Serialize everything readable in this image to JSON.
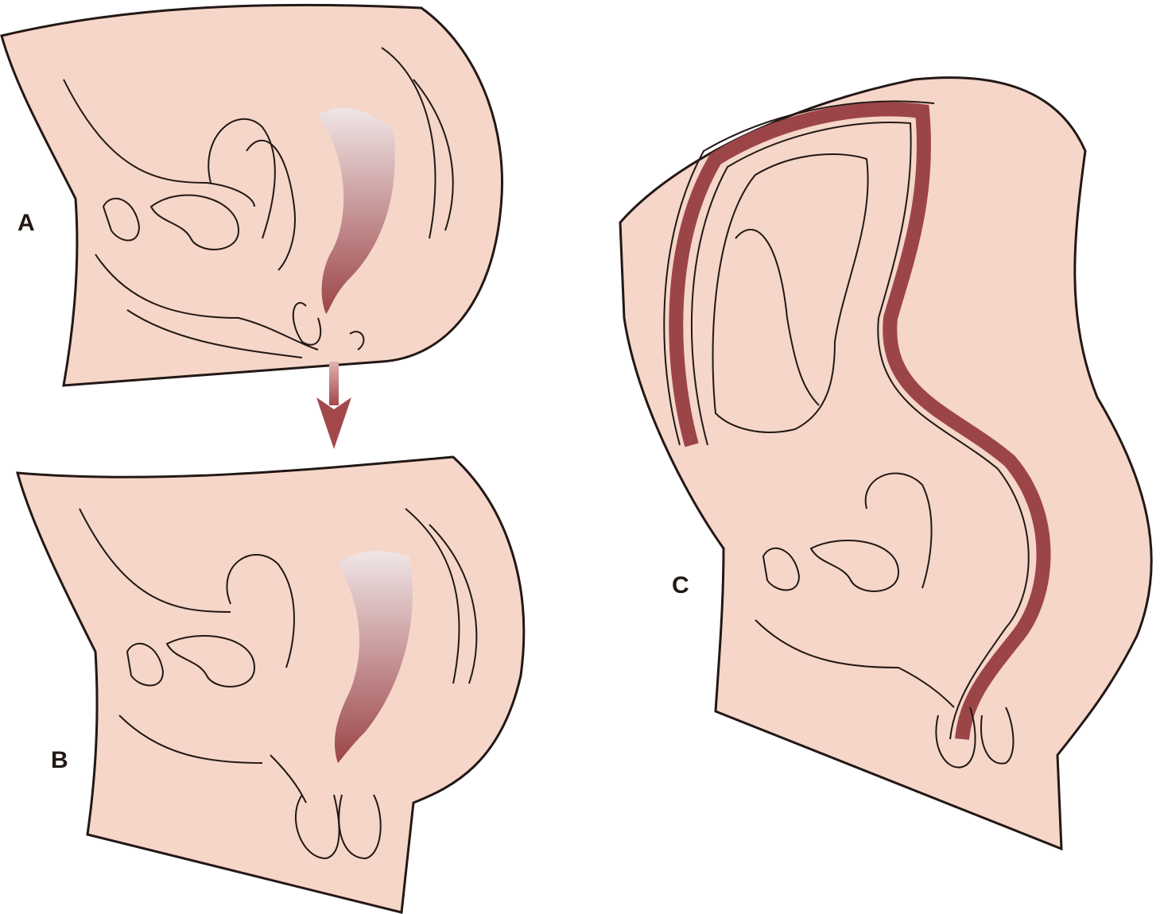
{
  "panels": [
    {
      "id": "A",
      "label": "A"
    },
    {
      "id": "B",
      "label": "B"
    },
    {
      "id": "C",
      "label": "C"
    }
  ],
  "colors": {
    "skin": "#f5d6c9",
    "tissue_dark": "#9c4548",
    "tissue_light": "#e6cfcf",
    "outline": "#231815",
    "arrow": "#b0585a"
  }
}
